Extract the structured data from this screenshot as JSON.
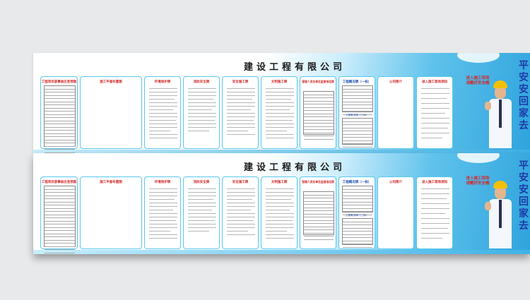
{
  "company_title": "建设工程有限公司",
  "panels": [
    {
      "title": "工程项目部事故应急预案",
      "color": "red"
    },
    {
      "title": "施工平面布置图",
      "color": "red"
    },
    {
      "title": "环境保护牌",
      "color": "red"
    },
    {
      "title": "消防安全牌",
      "color": "red"
    },
    {
      "title": "安全施工牌",
      "color": "red"
    },
    {
      "title": "文明施工牌",
      "color": "red"
    },
    {
      "title": "管理人员名单及监督电话牌",
      "color": "red"
    },
    {
      "title": "工程概况牌（一标）",
      "color": "blue"
    },
    {
      "title": "公司简介",
      "color": "red"
    },
    {
      "title": "进入施工现场须知",
      "color": "red"
    }
  ],
  "sub_table_title": "工程概况牌（二标）",
  "safety_notice": [
    "进入施工现场",
    "请戴好安全帽"
  ],
  "slogan_chars": [
    "平",
    "安",
    "安",
    "回",
    "家",
    "去"
  ],
  "colors": {
    "border": "#5ac8ee",
    "title_red": "#d42a2a",
    "title_blue": "#1e4fb3",
    "sky": "#2fa4dd"
  }
}
